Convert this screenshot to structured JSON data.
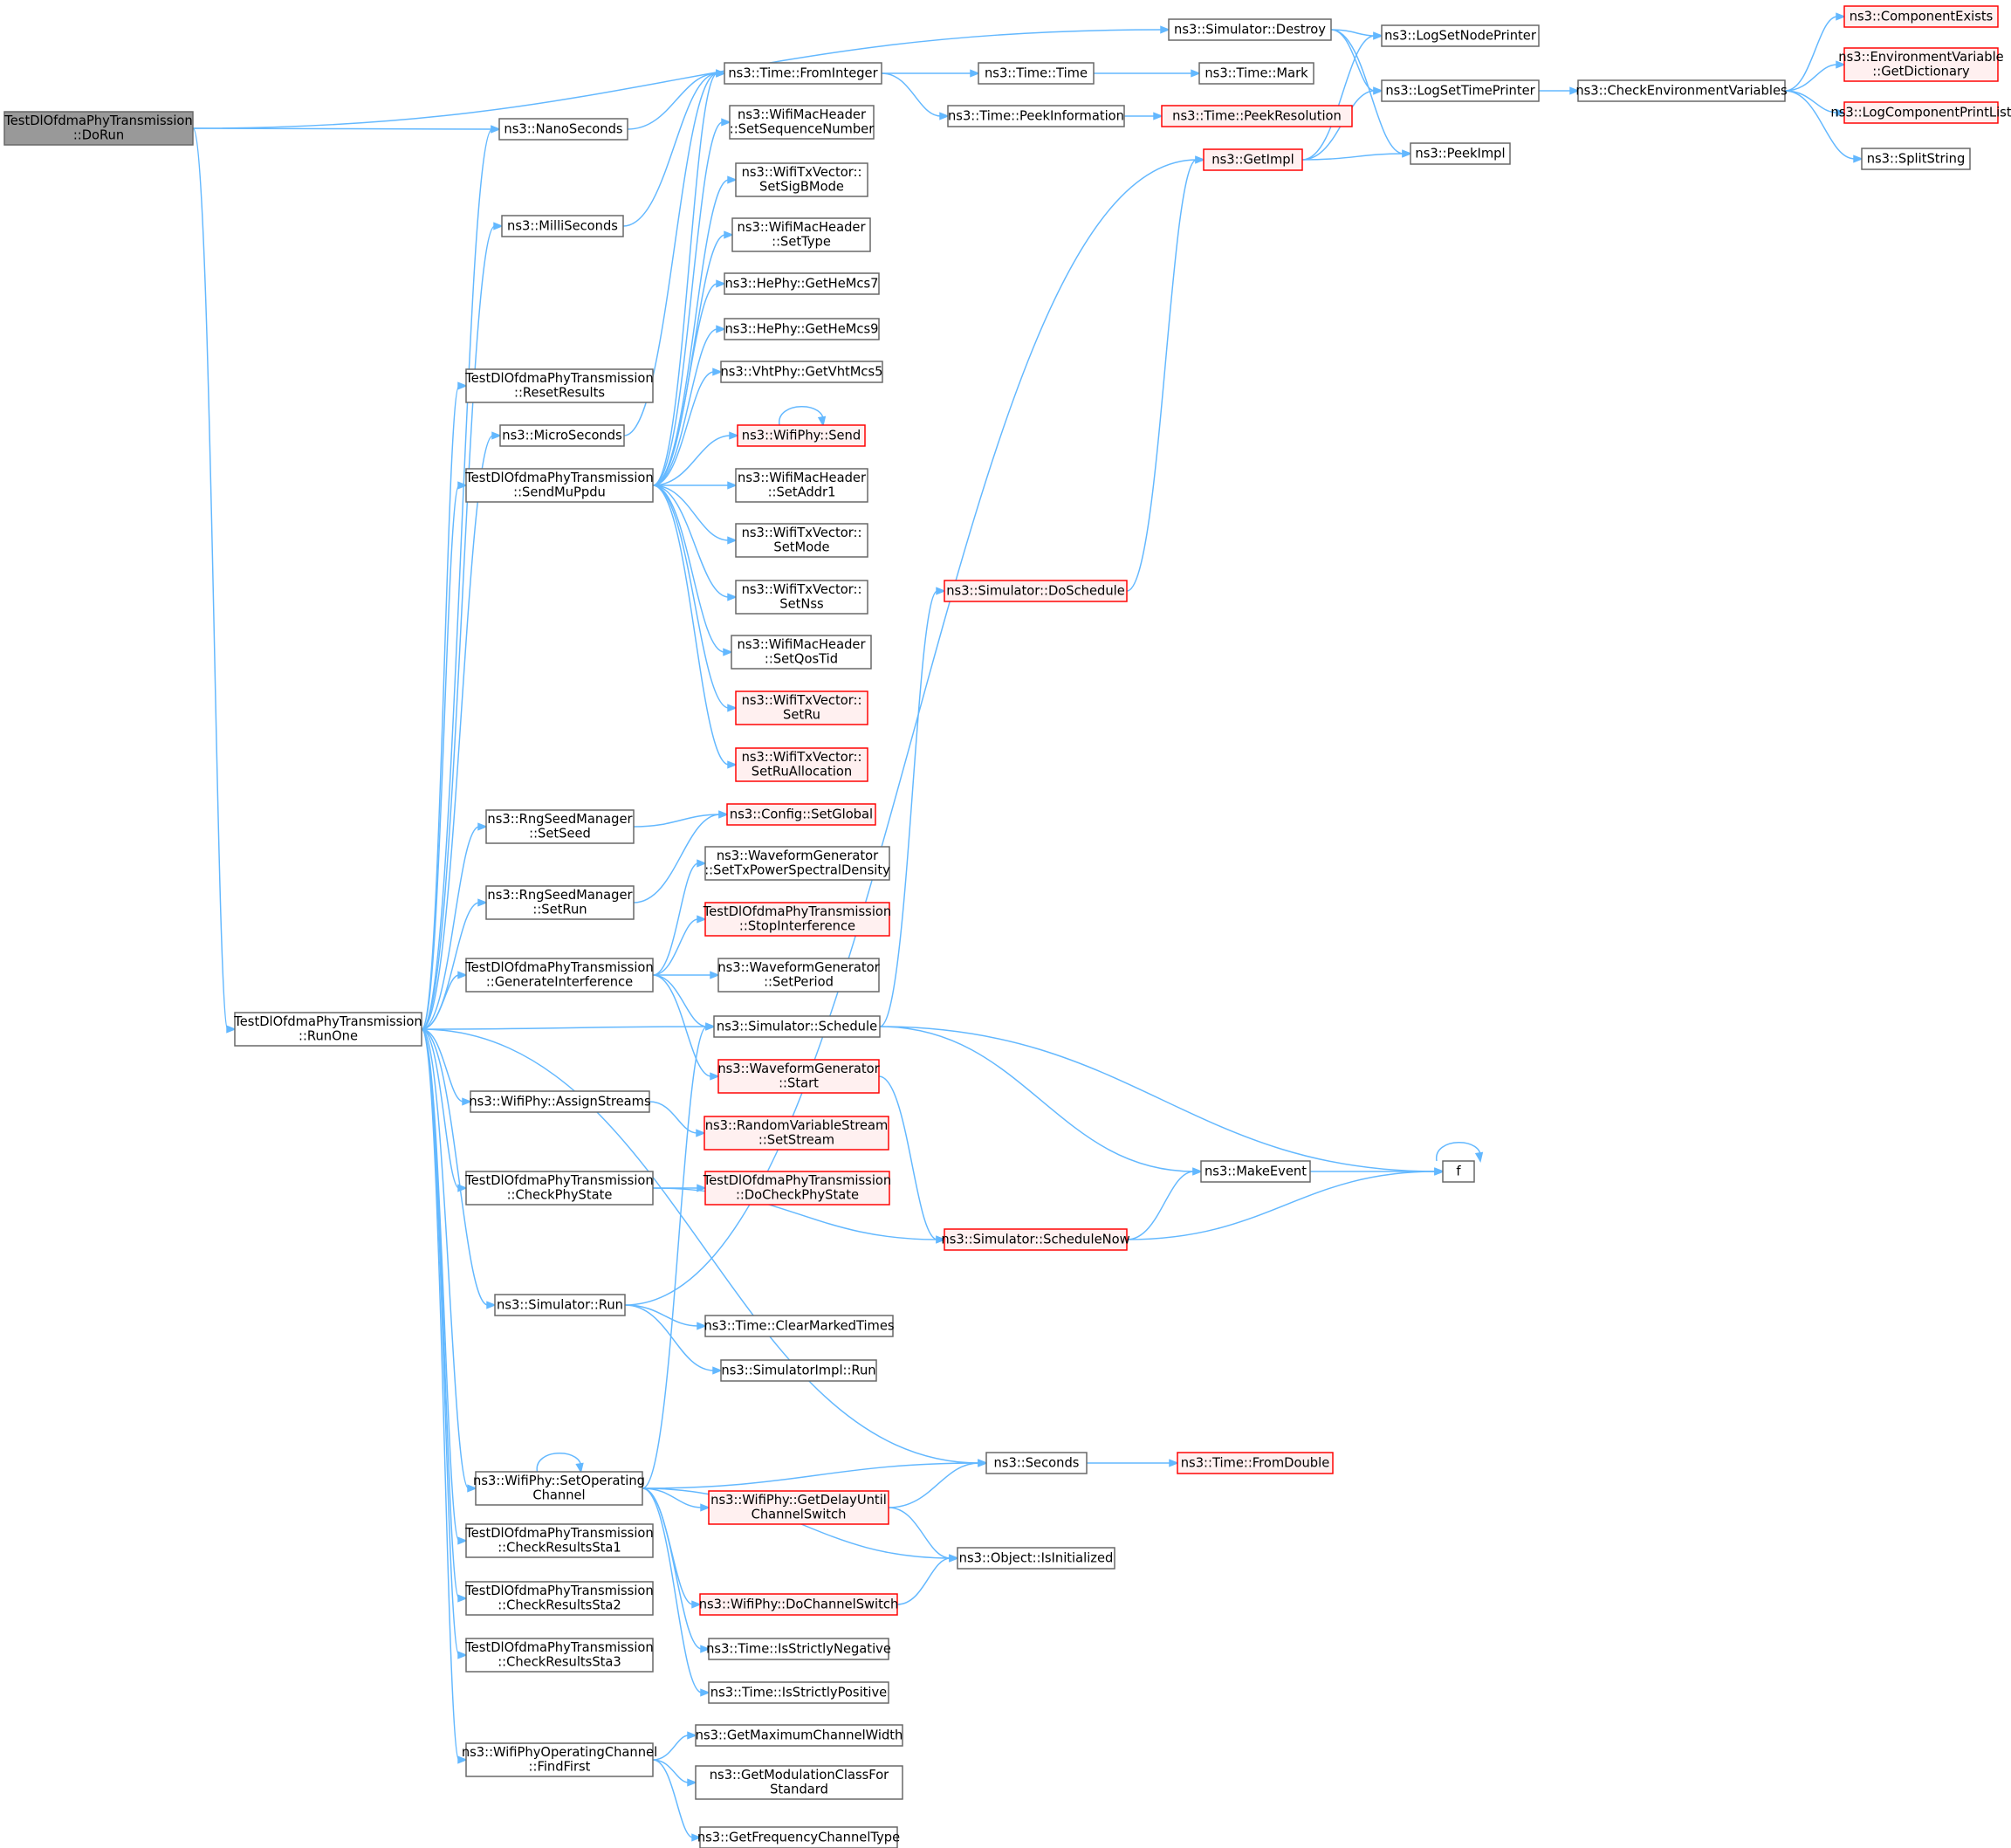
{
  "diagram": {
    "colors": {
      "edge": "#63b8ff",
      "root_fill": "#999999",
      "node_border": "#666666",
      "truncated_border": "#ff0000",
      "truncated_fill": "#fff0f0"
    },
    "nodes": [
      {
        "id": "root",
        "lines": [
          "TestDlOfdmaPhyTransmission",
          "::DoRun"
        ],
        "style": "root"
      },
      {
        "id": "runone",
        "lines": [
          "TestDlOfdmaPhyTransmission",
          "::RunOne"
        ]
      },
      {
        "id": "destroy",
        "lines": [
          "ns3::Simulator::Destroy"
        ]
      },
      {
        "id": "nanoseconds",
        "lines": [
          "ns3::NanoSeconds"
        ]
      },
      {
        "id": "fromint",
        "lines": [
          "ns3::Time::FromInteger"
        ]
      },
      {
        "id": "timetime",
        "lines": [
          "ns3::Time::Time"
        ]
      },
      {
        "id": "timemark",
        "lines": [
          "ns3::Time::Mark"
        ]
      },
      {
        "id": "peekinfo",
        "lines": [
          "ns3::Time::PeekInformation"
        ]
      },
      {
        "id": "peekres",
        "lines": [
          "ns3::Time::PeekResolution"
        ],
        "style": "red"
      },
      {
        "id": "lognode",
        "lines": [
          "ns3::LogSetNodePrinter"
        ]
      },
      {
        "id": "logtime",
        "lines": [
          "ns3::LogSetTimePrinter"
        ]
      },
      {
        "id": "checkenv",
        "lines": [
          "ns3::CheckEnvironmentVariables"
        ]
      },
      {
        "id": "compexists",
        "lines": [
          "ns3::ComponentExists"
        ],
        "style": "red"
      },
      {
        "id": "envvar",
        "lines": [
          "ns3::EnvironmentVariable",
          "::GetDictionary"
        ],
        "style": "red"
      },
      {
        "id": "logcomp",
        "lines": [
          "ns3::LogComponentPrintList"
        ],
        "style": "red"
      },
      {
        "id": "splitstr",
        "lines": [
          "ns3::SplitString"
        ]
      },
      {
        "id": "getimpl",
        "lines": [
          "ns3::GetImpl"
        ],
        "style": "red"
      },
      {
        "id": "peekimpl",
        "lines": [
          "ns3::PeekImpl"
        ]
      },
      {
        "id": "milli",
        "lines": [
          "ns3::MilliSeconds"
        ]
      },
      {
        "id": "seqnum",
        "lines": [
          "ns3::WifiMacHeader",
          "::SetSequenceNumber"
        ]
      },
      {
        "id": "sigb",
        "lines": [
          "ns3::WifiTxVector::",
          "SetSigBMode"
        ]
      },
      {
        "id": "settype",
        "lines": [
          "ns3::WifiMacHeader",
          "::SetType"
        ]
      },
      {
        "id": "hemcs7",
        "lines": [
          "ns3::HePhy::GetHeMcs7"
        ]
      },
      {
        "id": "hemcs9",
        "lines": [
          "ns3::HePhy::GetHeMcs9"
        ]
      },
      {
        "id": "vhtmcs5",
        "lines": [
          "ns3::VhtPhy::GetVhtMcs5"
        ]
      },
      {
        "id": "resetres",
        "lines": [
          "TestDlOfdmaPhyTransmission",
          "::ResetResults"
        ]
      },
      {
        "id": "micro",
        "lines": [
          "ns3::MicroSeconds"
        ]
      },
      {
        "id": "wifisend",
        "lines": [
          "ns3::WifiPhy::Send"
        ],
        "style": "red"
      },
      {
        "id": "sendmu",
        "lines": [
          "TestDlOfdmaPhyTransmission",
          "::SendMuPpdu"
        ]
      },
      {
        "id": "addr1",
        "lines": [
          "ns3::WifiMacHeader",
          "::SetAddr1"
        ]
      },
      {
        "id": "setmode",
        "lines": [
          "ns3::WifiTxVector::",
          "SetMode"
        ]
      },
      {
        "id": "setnss",
        "lines": [
          "ns3::WifiTxVector::",
          "SetNss"
        ]
      },
      {
        "id": "qostid",
        "lines": [
          "ns3::WifiMacHeader",
          "::SetQosTid"
        ]
      },
      {
        "id": "setru",
        "lines": [
          "ns3::WifiTxVector::",
          "SetRu"
        ],
        "style": "red"
      },
      {
        "id": "rualloc",
        "lines": [
          "ns3::WifiTxVector::",
          "SetRuAllocation"
        ],
        "style": "red"
      },
      {
        "id": "doschedule",
        "lines": [
          "ns3::Simulator::DoSchedule"
        ],
        "style": "red"
      },
      {
        "id": "rngseed",
        "lines": [
          "ns3::RngSeedManager",
          "::SetSeed"
        ]
      },
      {
        "id": "setglobal",
        "lines": [
          "ns3::Config::SetGlobal"
        ],
        "style": "red"
      },
      {
        "id": "rngrun",
        "lines": [
          "ns3::RngSeedManager",
          "::SetRun"
        ]
      },
      {
        "id": "txpsd",
        "lines": [
          "ns3::WaveformGenerator",
          "::SetTxPowerSpectralDensity"
        ]
      },
      {
        "id": "stopintf",
        "lines": [
          "TestDlOfdmaPhyTransmission",
          "::StopInterference"
        ],
        "style": "red"
      },
      {
        "id": "genintf",
        "lines": [
          "TestDlOfdmaPhyTransmission",
          "::GenerateInterference"
        ]
      },
      {
        "id": "setperiod",
        "lines": [
          "ns3::WaveformGenerator",
          "::SetPeriod"
        ]
      },
      {
        "id": "schedule",
        "lines": [
          "ns3::Simulator::Schedule"
        ]
      },
      {
        "id": "wgstart",
        "lines": [
          "ns3::WaveformGenerator",
          "::Start"
        ],
        "style": "red"
      },
      {
        "id": "assign",
        "lines": [
          "ns3::WifiPhy::AssignStreams"
        ]
      },
      {
        "id": "setstream",
        "lines": [
          "ns3::RandomVariableStream",
          "::SetStream"
        ],
        "style": "red"
      },
      {
        "id": "checkstate",
        "lines": [
          "TestDlOfdmaPhyTransmission",
          "::CheckPhyState"
        ]
      },
      {
        "id": "docheck",
        "lines": [
          "TestDlOfdmaPhyTransmission",
          "::DoCheckPhyState"
        ],
        "style": "red"
      },
      {
        "id": "makeevent",
        "lines": [
          "ns3::MakeEvent"
        ]
      },
      {
        "id": "f",
        "lines": [
          "f"
        ]
      },
      {
        "id": "schednow",
        "lines": [
          "ns3::Simulator::ScheduleNow"
        ],
        "style": "red"
      },
      {
        "id": "simrun",
        "lines": [
          "ns3::Simulator::Run"
        ]
      },
      {
        "id": "clearmark",
        "lines": [
          "ns3::Time::ClearMarkedTimes"
        ]
      },
      {
        "id": "implrun",
        "lines": [
          "ns3::SimulatorImpl::Run"
        ]
      },
      {
        "id": "seconds",
        "lines": [
          "ns3::Seconds"
        ]
      },
      {
        "id": "fromdouble",
        "lines": [
          "ns3::Time::FromDouble"
        ],
        "style": "red"
      },
      {
        "id": "setopch",
        "lines": [
          "ns3::WifiPhy::SetOperating",
          "Channel"
        ]
      },
      {
        "id": "delayuntil",
        "lines": [
          "ns3::WifiPhy::GetDelayUntil",
          "ChannelSwitch"
        ],
        "style": "red"
      },
      {
        "id": "check1",
        "lines": [
          "TestDlOfdmaPhyTransmission",
          "::CheckResultsSta1"
        ]
      },
      {
        "id": "isinit",
        "lines": [
          "ns3::Object::IsInitialized"
        ]
      },
      {
        "id": "check2",
        "lines": [
          "TestDlOfdmaPhyTransmission",
          "::CheckResultsSta2"
        ]
      },
      {
        "id": "dochsw",
        "lines": [
          "ns3::WifiPhy::DoChannelSwitch"
        ],
        "style": "red"
      },
      {
        "id": "strictneg",
        "lines": [
          "ns3::Time::IsStrictlyNegative"
        ]
      },
      {
        "id": "check3",
        "lines": [
          "TestDlOfdmaPhyTransmission",
          "::CheckResultsSta3"
        ]
      },
      {
        "id": "strictpos",
        "lines": [
          "ns3::Time::IsStrictlyPositive"
        ]
      },
      {
        "id": "maxwidth",
        "lines": [
          "ns3::GetMaximumChannelWidth"
        ]
      },
      {
        "id": "findfirst",
        "lines": [
          "ns3::WifiPhyOperatingChannel",
          "::FindFirst"
        ]
      },
      {
        "id": "modclass",
        "lines": [
          "ns3::GetModulationClassFor",
          "Standard"
        ]
      },
      {
        "id": "freqtype",
        "lines": [
          "ns3::GetFrequencyChannelType"
        ]
      }
    ],
    "edges": [
      [
        "root",
        "destroy"
      ],
      [
        "root",
        "nanoseconds"
      ],
      [
        "root",
        "runone"
      ],
      [
        "destroy",
        "lognode"
      ],
      [
        "destroy",
        "logtime"
      ],
      [
        "destroy",
        "peekimpl"
      ],
      [
        "nanoseconds",
        "fromint"
      ],
      [
        "fromint",
        "timetime"
      ],
      [
        "fromint",
        "peekinfo"
      ],
      [
        "timetime",
        "timemark"
      ],
      [
        "peekinfo",
        "peekres"
      ],
      [
        "logtime",
        "checkenv"
      ],
      [
        "checkenv",
        "compexists"
      ],
      [
        "checkenv",
        "envvar"
      ],
      [
        "checkenv",
        "logcomp"
      ],
      [
        "checkenv",
        "splitstr"
      ],
      [
        "getimpl",
        "lognode"
      ],
      [
        "getimpl",
        "logtime"
      ],
      [
        "getimpl",
        "peekimpl"
      ],
      [
        "milli",
        "fromint"
      ],
      [
        "micro",
        "fromint"
      ],
      [
        "sendmu",
        "fromint"
      ],
      [
        "sendmu",
        "seqnum"
      ],
      [
        "sendmu",
        "sigb"
      ],
      [
        "sendmu",
        "settype"
      ],
      [
        "sendmu",
        "hemcs7"
      ],
      [
        "sendmu",
        "hemcs9"
      ],
      [
        "sendmu",
        "vhtmcs5"
      ],
      [
        "sendmu",
        "wifisend"
      ],
      [
        "sendmu",
        "addr1"
      ],
      [
        "sendmu",
        "setmode"
      ],
      [
        "sendmu",
        "setnss"
      ],
      [
        "sendmu",
        "qostid"
      ],
      [
        "sendmu",
        "setru"
      ],
      [
        "sendmu",
        "rualloc"
      ],
      [
        "wifisend",
        "wifisend"
      ],
      [
        "doschedule",
        "getimpl"
      ],
      [
        "rngseed",
        "setglobal"
      ],
      [
        "rngrun",
        "setglobal"
      ],
      [
        "genintf",
        "txpsd"
      ],
      [
        "genintf",
        "stopintf"
      ],
      [
        "genintf",
        "setperiod"
      ],
      [
        "genintf",
        "schedule"
      ],
      [
        "genintf",
        "wgstart"
      ],
      [
        "schedule",
        "doschedule"
      ],
      [
        "schedule",
        "makeevent"
      ],
      [
        "schedule",
        "f"
      ],
      [
        "wgstart",
        "schednow"
      ],
      [
        "assign",
        "setstream"
      ],
      [
        "checkstate",
        "docheck"
      ],
      [
        "checkstate",
        "schednow"
      ],
      [
        "schednow",
        "makeevent"
      ],
      [
        "schednow",
        "f"
      ],
      [
        "makeevent",
        "f"
      ],
      [
        "f",
        "f"
      ],
      [
        "simrun",
        "getimpl"
      ],
      [
        "simrun",
        "clearmark"
      ],
      [
        "simrun",
        "implrun"
      ],
      [
        "seconds",
        "fromdouble"
      ],
      [
        "setopch",
        "setopch"
      ],
      [
        "setopch",
        "schedule"
      ],
      [
        "setopch",
        "seconds"
      ],
      [
        "setopch",
        "delayuntil"
      ],
      [
        "setopch",
        "isinit"
      ],
      [
        "setopch",
        "dochsw"
      ],
      [
        "setopch",
        "strictneg"
      ],
      [
        "setopch",
        "strictpos"
      ],
      [
        "delayuntil",
        "seconds"
      ],
      [
        "delayuntil",
        "isinit"
      ],
      [
        "dochsw",
        "isinit"
      ],
      [
        "findfirst",
        "maxwidth"
      ],
      [
        "findfirst",
        "modclass"
      ],
      [
        "findfirst",
        "freqtype"
      ],
      [
        "runone",
        "nanoseconds"
      ],
      [
        "runone",
        "milli"
      ],
      [
        "runone",
        "resetres"
      ],
      [
        "runone",
        "micro"
      ],
      [
        "runone",
        "sendmu"
      ],
      [
        "runone",
        "rngseed"
      ],
      [
        "runone",
        "rngrun"
      ],
      [
        "runone",
        "genintf"
      ],
      [
        "runone",
        "schedule"
      ],
      [
        "runone",
        "assign"
      ],
      [
        "runone",
        "checkstate"
      ],
      [
        "runone",
        "simrun"
      ],
      [
        "runone",
        "seconds"
      ],
      [
        "runone",
        "setopch"
      ],
      [
        "runone",
        "check1"
      ],
      [
        "runone",
        "check2"
      ],
      [
        "runone",
        "check3"
      ],
      [
        "runone",
        "findfirst"
      ]
    ]
  }
}
